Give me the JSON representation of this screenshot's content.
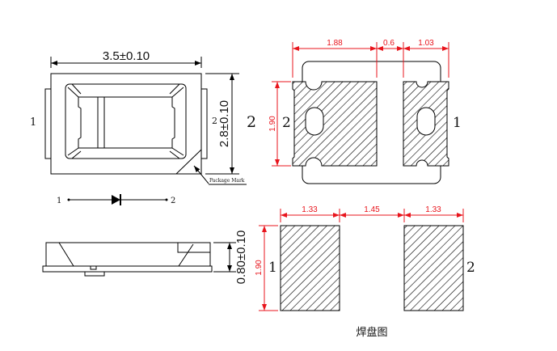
{
  "top_view": {
    "width_dim": "3.5±0.10",
    "height_dim": "2.8±0.10",
    "pin_left": "1",
    "pin_right": "2",
    "pin_small": "2",
    "package_mark": "Package Mark"
  },
  "diode_symbol": {
    "pin1": "1",
    "pin2": "2"
  },
  "side_view": {
    "thickness_dim": "0.80±0.10"
  },
  "pad_layout_top": {
    "dims": [
      "1.88",
      "0.6",
      "1.03"
    ],
    "height": "1.90",
    "label_outer": "2",
    "pin_left": "2",
    "pin_right": "1"
  },
  "pad_layout_bottom": {
    "dims": [
      "1.33",
      "1.45",
      "1.33"
    ],
    "height": "1.90",
    "pin_left": "1",
    "pin_right": "2",
    "caption": "焊盘图"
  },
  "colors": {
    "dimension": "#e8141c",
    "line": "#000000"
  }
}
